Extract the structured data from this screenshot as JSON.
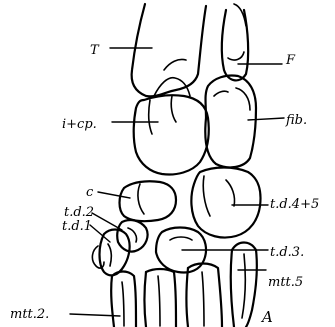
{
  "labels": {
    "tibia": "T",
    "fibula": "F",
    "fibulare": "fib.",
    "intermedium_centrale": "i+cp.",
    "centrale": "c",
    "tarsale_distale_2": "t.d.2",
    "tarsale_distale_1": "t.d.1",
    "tarsale_distale_4_5": "t.d.4+5",
    "tarsale_distale_3": "t.d.3.",
    "metatarsal_5": "mtt.5",
    "metatarsal_2": "mtt.2.",
    "panel_letter": "A"
  },
  "colors": {
    "ink": "#000000",
    "paper": "#ffffff"
  }
}
